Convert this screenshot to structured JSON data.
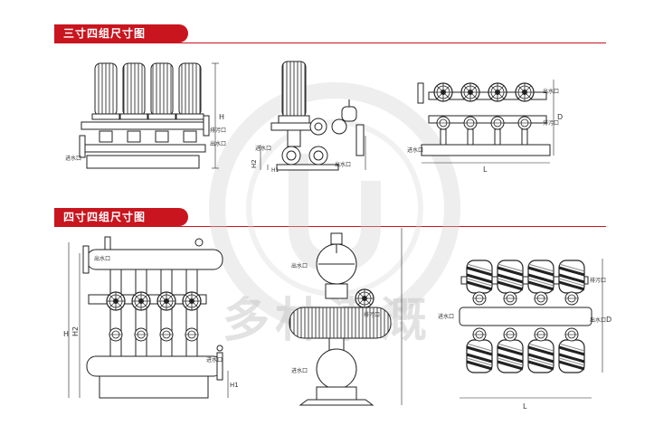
{
  "sections": [
    {
      "title": "三寸四组尺寸图"
    },
    {
      "title": "四寸四组尺寸图"
    }
  ],
  "labels": {
    "inlet": "进水口",
    "outlet": "出水口",
    "drain": "排污口",
    "dim_h": "H",
    "dim_h1": "H1",
    "dim_h2": "H2",
    "dim_l": "L",
    "dim_d": "D"
  },
  "watermark": {
    "text": "多林灌溉"
  },
  "colors": {
    "accent": "#c9151e",
    "line": "#333333"
  }
}
